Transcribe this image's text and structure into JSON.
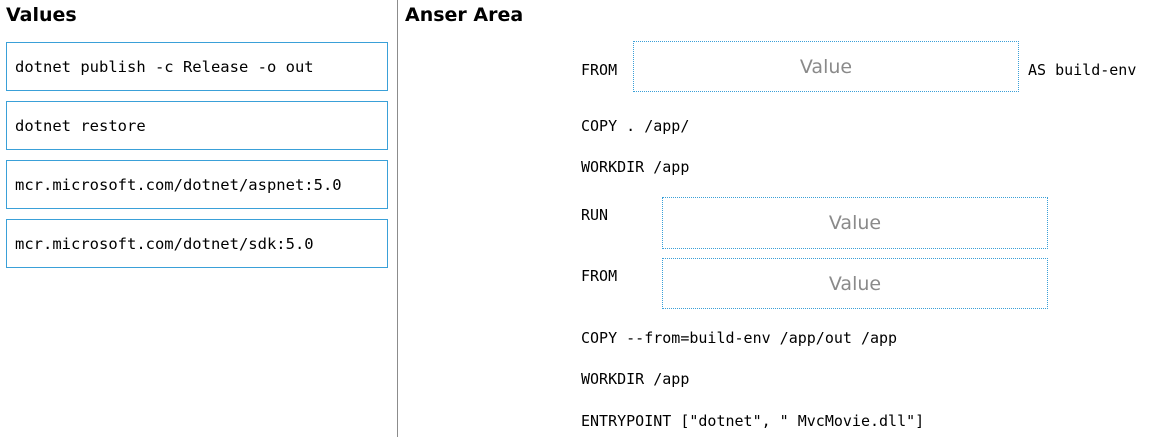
{
  "values_panel": {
    "heading": "Values",
    "items": [
      {
        "label": "dotnet publish -c Release -o out"
      },
      {
        "label": "dotnet restore"
      },
      {
        "label": "mcr.microsoft.com/dotnet/aspnet:5.0"
      },
      {
        "label": "mcr.microsoft.com/dotnet/sdk:5.0"
      }
    ]
  },
  "answer_area": {
    "heading": "Anser Area",
    "lines": {
      "from_1": "FROM",
      "as_build_env": "AS build-env",
      "copy_app": "COPY . /app/",
      "workdir_1": "WORKDIR /app",
      "run": "RUN",
      "from_2": "FROM",
      "copy_from": "COPY --from=build-env /app/out /app",
      "workdir_2": "WORKDIR /app",
      "entrypoint": "ENTRYPOINT [\"dotnet\", \" MvcMovie.dll\"]"
    },
    "drop_zones": [
      {
        "placeholder": "Value"
      },
      {
        "placeholder": "Value"
      },
      {
        "placeholder": "Value"
      }
    ]
  },
  "colors": {
    "accent_border": "#3aa0d8",
    "placeholder_text": "#8a8a8a",
    "divider": "#8c8c8c"
  }
}
